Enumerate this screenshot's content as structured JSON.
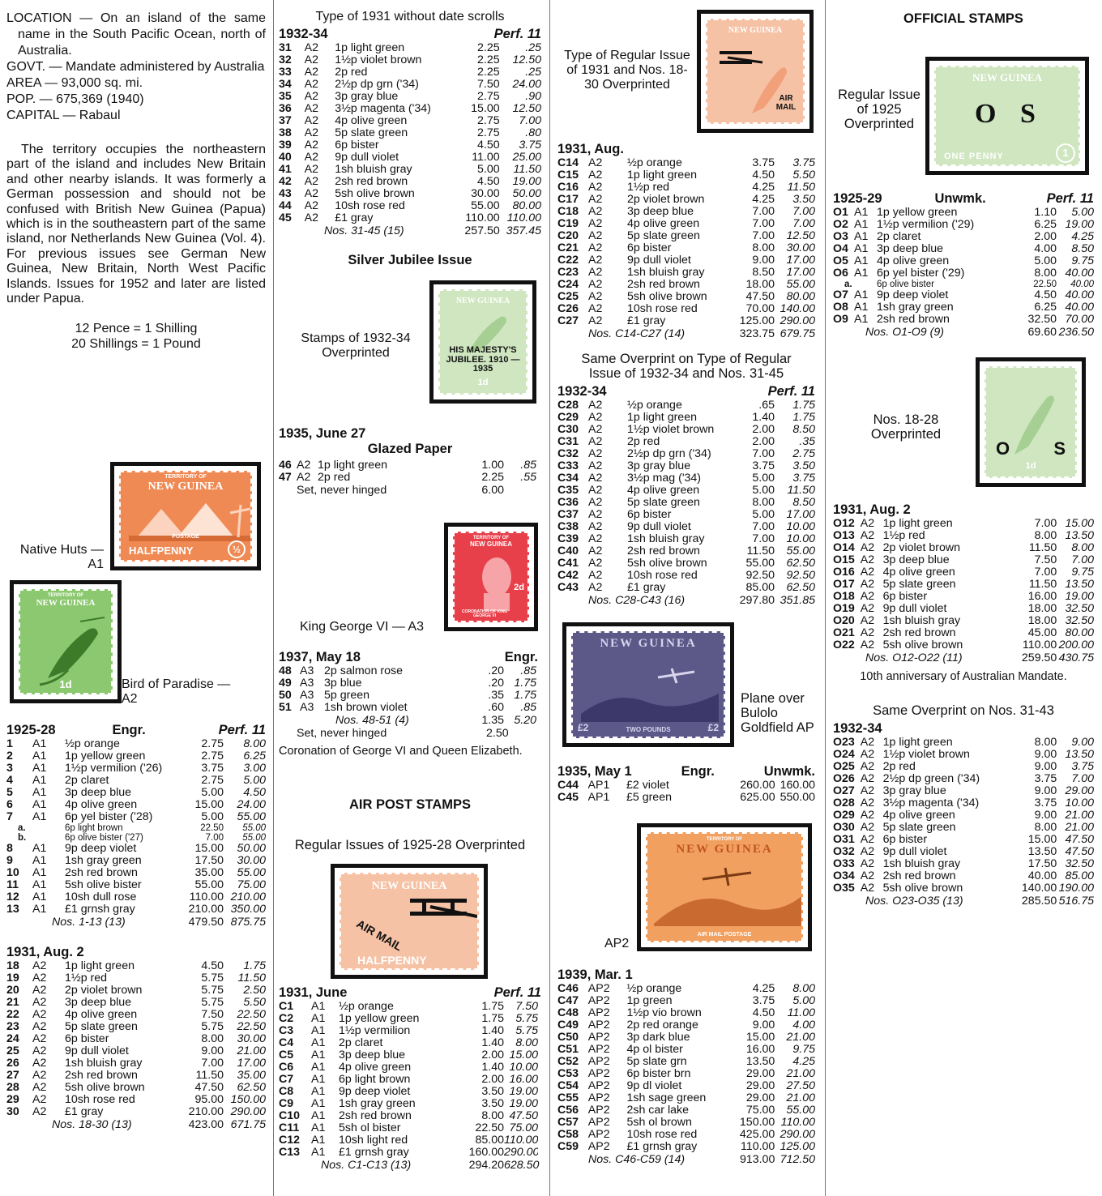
{
  "intro": {
    "location": "LOCATION — On an island of the same name in the South Pacific Ocean, north of Australia.",
    "govt": "GOVT. — Mandate administered by Australia",
    "area": "AREA — 93,000 sq. mi.",
    "pop": "POP. — 675,369 (1940)",
    "capital": "CAPITAL — Rabaul",
    "para": "The territory occupies the northeastern part of the island and includes New Britain and other nearby islands. It was formerly a German possession and should not be confused with British New Guinea (Papua) which is in the southeastern part of the same island, nor Netherlands New Guinea (Vol. 4). For previous issues see German New Guinea, New Britain, North West Pacific Islands. Issues for 1952 and later are listed under Papua.",
    "currency1": "12 Pence = 1 Shilling",
    "currency2": "20 Shillings = 1 Pound"
  },
  "captions": {
    "native_huts": "Native Huts — A1",
    "bird": "Bird of Paradise — A2",
    "type1931": "Type of 1931 without date scrolls",
    "jubilee_title": "Silver Jubilee Issue",
    "jubilee_cap": "Stamps of 1932-34 Overprinted",
    "kg6": "King George VI — A3",
    "coronation": "Coronation of George VI and Queen Elizabeth.",
    "air_title": "AIR POST STAMPS",
    "air_reg": "Regular Issues of 1925-28 Overprinted",
    "type_regular": "Type of Regular Issue of 1931 and Nos. 18-30 Overprinted",
    "same_overprint": "Same Overprint on Type of Regular Issue of 1932-34 and Nos. 31-45",
    "plane": "Plane over Bulolo Goldfield AP1",
    "ap2": "AP2",
    "official_title": "OFFICIAL STAMPS",
    "official_reg": "Regular Issue of 1925 Overprinted",
    "nos1828": "Nos. 18-28 Overprinted",
    "anniv": "10th anniversary of Australian Mandate.",
    "same_ov3143": "Same Overprint on Nos. 31-43"
  },
  "stamp_text": {
    "territory": "TERRITORY OF",
    "new_guinea": "NEW GUINEA",
    "postage": "POSTAGE",
    "halfpenny": "HALFPENNY",
    "half": "½",
    "one": "1",
    "one_d": "1d",
    "one_penny": "ONE PENNY",
    "two_d": "2d",
    "airmail": "AIR MAIL",
    "jubilee": "HIS MAJESTY'S JUBILEE. 1910 — 1935",
    "coronation_small": "CORONATION OF KING GEORGE VI",
    "os_o": "O",
    "os_s": "S",
    "two_pounds": "TWO POUNDS",
    "pound": "£2",
    "air_mail_postage": "AIR MAIL POSTAGE"
  },
  "s1": {
    "h": {
      "y": "1925-28",
      "m": "Engr.",
      "p": "Perf. 11"
    },
    "rows": [
      [
        "1",
        "A1",
        "½p orange",
        "2.75",
        "8.00"
      ],
      [
        "2",
        "A1",
        "1p yellow green",
        "2.75",
        "6.25"
      ],
      [
        "3",
        "A1",
        "1½p vermilion ('26)",
        "3.75",
        "3.00"
      ],
      [
        "4",
        "A1",
        "2p claret",
        "2.75",
        "5.00"
      ],
      [
        "5",
        "A1",
        "3p deep blue",
        "5.00",
        "4.50"
      ],
      [
        "6",
        "A1",
        "4p olive green",
        "15.00",
        "24.00"
      ],
      [
        "7",
        "A1",
        "6p yel bister ('28)",
        "5.00",
        "55.00"
      ],
      [
        "a.",
        "",
        "6p light brown",
        "22.50",
        "55.00"
      ],
      [
        "b.",
        "",
        "6p olive bister ('27)",
        "7.00",
        "55.00"
      ],
      [
        "8",
        "A1",
        "9p deep violet",
        "15.00",
        "50.00"
      ],
      [
        "9",
        "A1",
        "1sh gray green",
        "17.50",
        "30.00"
      ],
      [
        "10",
        "A1",
        "2sh red brown",
        "35.00",
        "55.00"
      ],
      [
        "11",
        "A1",
        "5sh olive bister",
        "55.00",
        "75.00"
      ],
      [
        "12",
        "A1",
        "10sh dull rose",
        "110.00",
        "210.00"
      ],
      [
        "13",
        "A1",
        "£1 grnsh gray",
        "210.00",
        "350.00"
      ]
    ],
    "t": [
      "Nos. 1-13 (13)",
      "479.50",
      "875.75"
    ]
  },
  "s2": {
    "h": {
      "y": "1931, Aug. 2",
      "m": "",
      "p": ""
    },
    "rows": [
      [
        "18",
        "A2",
        "1p light green",
        "4.50",
        "1.75"
      ],
      [
        "19",
        "A2",
        "1½p red",
        "5.75",
        "11.50"
      ],
      [
        "20",
        "A2",
        "2p violet brown",
        "5.75",
        "2.50"
      ],
      [
        "21",
        "A2",
        "3p deep blue",
        "5.75",
        "5.50"
      ],
      [
        "22",
        "A2",
        "4p olive green",
        "7.50",
        "22.50"
      ],
      [
        "23",
        "A2",
        "5p slate green",
        "5.75",
        "22.50"
      ],
      [
        "24",
        "A2",
        "6p bister",
        "8.00",
        "30.00"
      ],
      [
        "25",
        "A2",
        "9p dull violet",
        "9.00",
        "21.00"
      ],
      [
        "26",
        "A2",
        "1sh bluish gray",
        "7.00",
        "17.00"
      ],
      [
        "27",
        "A2",
        "2sh red brown",
        "11.50",
        "35.00"
      ],
      [
        "28",
        "A2",
        "5sh olive brown",
        "47.50",
        "62.50"
      ],
      [
        "29",
        "A2",
        "10sh rose red",
        "95.00",
        "150.00"
      ],
      [
        "30",
        "A2",
        "£1 gray",
        "210.00",
        "290.00"
      ]
    ],
    "t": [
      "Nos. 18-30 (13)",
      "423.00",
      "671.75"
    ]
  },
  "s3": {
    "h": {
      "y": "1932-34",
      "m": "",
      "p": "Perf. 11"
    },
    "rows": [
      [
        "31",
        "A2",
        "1p light green",
        "2.25",
        ".25"
      ],
      [
        "32",
        "A2",
        "1½p violet brown",
        "2.25",
        "12.50"
      ],
      [
        "33",
        "A2",
        "2p red",
        "2.25",
        ".25"
      ],
      [
        "34",
        "A2",
        "2½p dp grn ('34)",
        "7.50",
        "24.00"
      ],
      [
        "35",
        "A2",
        "3p gray blue",
        "2.75",
        ".90"
      ],
      [
        "36",
        "A2",
        "3½p magenta ('34)",
        "15.00",
        "12.50"
      ],
      [
        "37",
        "A2",
        "4p olive green",
        "2.75",
        "7.00"
      ],
      [
        "38",
        "A2",
        "5p slate green",
        "2.75",
        ".80"
      ],
      [
        "39",
        "A2",
        "6p bister",
        "4.50",
        "3.75"
      ],
      [
        "40",
        "A2",
        "9p dull violet",
        "11.00",
        "25.00"
      ],
      [
        "41",
        "A2",
        "1sh bluish gray",
        "5.00",
        "11.50"
      ],
      [
        "42",
        "A2",
        "2sh red brown",
        "4.50",
        "19.00"
      ],
      [
        "43",
        "A2",
        "5sh olive brown",
        "30.00",
        "50.00"
      ],
      [
        "44",
        "A2",
        "10sh rose red",
        "55.00",
        "80.00"
      ],
      [
        "45",
        "A2",
        "£1 gray",
        "110.00",
        "110.00"
      ]
    ],
    "t": [
      "Nos. 31-45 (15)",
      "257.50",
      "357.45"
    ]
  },
  "s4": {
    "h": {
      "y": "1935, June 27",
      "m": "",
      "p": ""
    },
    "sub": "Glazed Paper",
    "rows": [
      [
        "46",
        "A2",
        "1p light green",
        "1.00",
        ".85"
      ],
      [
        "47",
        "A2",
        "2p red",
        "2.25",
        ".55"
      ]
    ],
    "never": [
      "Set, never hinged",
      "6.00"
    ]
  },
  "s5": {
    "h": {
      "y": "1937, May 18",
      "m": "",
      "p": "Engr."
    },
    "rows": [
      [
        "48",
        "A3",
        "2p salmon rose",
        ".20",
        ".85"
      ],
      [
        "49",
        "A3",
        "3p blue",
        ".20",
        "1.75"
      ],
      [
        "50",
        "A3",
        "5p green",
        ".35",
        "1.75"
      ],
      [
        "51",
        "A3",
        "1sh brown violet",
        ".60",
        ".85"
      ]
    ],
    "t": [
      "Nos. 48-51 (4)",
      "1.35",
      "5.20"
    ],
    "never": [
      "Set, never hinged",
      "2.50"
    ]
  },
  "s6": {
    "h": {
      "y": "1931, June",
      "m": "",
      "p": "Perf. 11"
    },
    "rows": [
      [
        "C1",
        "A1",
        "½p orange",
        "1.75",
        "7.50"
      ],
      [
        "C2",
        "A1",
        "1p yellow green",
        "1.75",
        "5.75"
      ],
      [
        "C3",
        "A1",
        "1½p vermilion",
        "1.40",
        "5.75"
      ],
      [
        "C4",
        "A1",
        "2p claret",
        "1.40",
        "8.00"
      ],
      [
        "C5",
        "A1",
        "3p deep blue",
        "2.00",
        "15.00"
      ],
      [
        "C6",
        "A1",
        "4p olive green",
        "1.40",
        "10.00"
      ],
      [
        "C7",
        "A1",
        "6p light brown",
        "2.00",
        "16.00"
      ],
      [
        "C8",
        "A1",
        "9p deep violet",
        "3.50",
        "19.00"
      ],
      [
        "C9",
        "A1",
        "1sh gray green",
        "3.50",
        "19.00"
      ],
      [
        "C10",
        "A1",
        "2sh red brown",
        "8.00",
        "47.50"
      ],
      [
        "C11",
        "A1",
        "5sh ol bister",
        "22.50",
        "75.00"
      ],
      [
        "C12",
        "A1",
        "10sh light red",
        "85.00",
        "110.00"
      ],
      [
        "C13",
        "A1",
        "£1 grnsh gray",
        "160.00",
        "290.00"
      ]
    ],
    "t": [
      "Nos. C1-C13 (13)",
      "294.20",
      "628.50"
    ]
  },
  "s7": {
    "h": {
      "y": "1931, Aug.",
      "m": "",
      "p": ""
    },
    "rows": [
      [
        "C14",
        "A2",
        "½p orange",
        "3.75",
        "3.75"
      ],
      [
        "C15",
        "A2",
        "1p light green",
        "4.50",
        "5.50"
      ],
      [
        "C16",
        "A2",
        "1½p red",
        "4.25",
        "11.50"
      ],
      [
        "C17",
        "A2",
        "2p violet brown",
        "4.25",
        "3.50"
      ],
      [
        "C18",
        "A2",
        "3p deep blue",
        "7.00",
        "7.00"
      ],
      [
        "C19",
        "A2",
        "4p olive green",
        "7.00",
        "7.00"
      ],
      [
        "C20",
        "A2",
        "5p slate green",
        "7.00",
        "12.50"
      ],
      [
        "C21",
        "A2",
        "6p bister",
        "8.00",
        "30.00"
      ],
      [
        "C22",
        "A2",
        "9p dull violet",
        "9.00",
        "17.00"
      ],
      [
        "C23",
        "A2",
        "1sh bluish gray",
        "8.50",
        "17.00"
      ],
      [
        "C24",
        "A2",
        "2sh red brown",
        "18.00",
        "55.00"
      ],
      [
        "C25",
        "A2",
        "5sh olive brown",
        "47.50",
        "80.00"
      ],
      [
        "C26",
        "A2",
        "10sh rose red",
        "70.00",
        "140.00"
      ],
      [
        "C27",
        "A2",
        "£1 gray",
        "125.00",
        "290.00"
      ]
    ],
    "t": [
      "Nos. C14-C27 (14)",
      "323.75",
      "679.75"
    ]
  },
  "s8": {
    "h": {
      "y": "1932-34",
      "m": "",
      "p": "Perf. 11"
    },
    "rows": [
      [
        "C28",
        "A2",
        "½p orange",
        ".65",
        "1.75"
      ],
      [
        "C29",
        "A2",
        "1p light green",
        "1.40",
        "1.75"
      ],
      [
        "C30",
        "A2",
        "1½p violet brown",
        "2.00",
        "8.50"
      ],
      [
        "C31",
        "A2",
        "2p red",
        "2.00",
        ".35"
      ],
      [
        "C32",
        "A2",
        "2½p dp grn ('34)",
        "7.00",
        "2.75"
      ],
      [
        "C33",
        "A2",
        "3p gray blue",
        "3.75",
        "3.50"
      ],
      [
        "C34",
        "A2",
        "3½p mag ('34)",
        "5.00",
        "3.75"
      ],
      [
        "C35",
        "A2",
        "4p olive green",
        "5.00",
        "11.50"
      ],
      [
        "C36",
        "A2",
        "5p slate green",
        "8.00",
        "8.50"
      ],
      [
        "C37",
        "A2",
        "6p bister",
        "5.00",
        "17.00"
      ],
      [
        "C38",
        "A2",
        "9p dull violet",
        "7.00",
        "10.00"
      ],
      [
        "C39",
        "A2",
        "1sh bluish gray",
        "7.00",
        "10.00"
      ],
      [
        "C40",
        "A2",
        "2sh red brown",
        "11.50",
        "55.00"
      ],
      [
        "C41",
        "A2",
        "5sh olive brown",
        "55.00",
        "62.50"
      ],
      [
        "C42",
        "A2",
        "10sh rose red",
        "92.50",
        "92.50"
      ],
      [
        "C43",
        "A2",
        "£1 gray",
        "85.00",
        "62.50"
      ]
    ],
    "t": [
      "Nos. C28-C43 (16)",
      "297.80",
      "351.85"
    ]
  },
  "s9": {
    "h": {
      "y": "1935, May 1",
      "m": "Engr.",
      "p": "Unwmk."
    },
    "rows": [
      [
        "C44",
        "AP1",
        "£2 violet",
        "260.00",
        "160.00"
      ],
      [
        "C45",
        "AP1",
        "£5 green",
        "625.00",
        "550.00"
      ]
    ]
  },
  "s10": {
    "h": {
      "y": "1939, Mar. 1",
      "m": "",
      "p": ""
    },
    "rows": [
      [
        "C46",
        "AP2",
        "½p orange",
        "4.25",
        "8.00"
      ],
      [
        "C47",
        "AP2",
        "1p green",
        "3.75",
        "5.00"
      ],
      [
        "C48",
        "AP2",
        "1½p vio brown",
        "4.50",
        "11.00"
      ],
      [
        "C49",
        "AP2",
        "2p red orange",
        "9.00",
        "4.00"
      ],
      [
        "C50",
        "AP2",
        "3p dark blue",
        "15.00",
        "21.00"
      ],
      [
        "C51",
        "AP2",
        "4p ol bister",
        "16.00",
        "9.75"
      ],
      [
        "C52",
        "AP2",
        "5p slate grn",
        "13.50",
        "4.25"
      ],
      [
        "C53",
        "AP2",
        "6p bister brn",
        "29.00",
        "21.00"
      ],
      [
        "C54",
        "AP2",
        "9p dl violet",
        "29.00",
        "27.50"
      ],
      [
        "C55",
        "AP2",
        "1sh sage green",
        "29.00",
        "21.00"
      ],
      [
        "C56",
        "AP2",
        "2sh car lake",
        "75.00",
        "55.00"
      ],
      [
        "C57",
        "AP2",
        "5sh ol brown",
        "150.00",
        "110.00"
      ],
      [
        "C58",
        "AP2",
        "10sh rose red",
        "425.00",
        "290.00"
      ],
      [
        "C59",
        "AP2",
        "£1 grnsh gray",
        "110.00",
        "125.00"
      ]
    ],
    "t": [
      "Nos. C46-C59 (14)",
      "913.00",
      "712.50"
    ]
  },
  "s11": {
    "h": {
      "y": "1925-29",
      "m": "Unwmk.",
      "p": "Perf. 11"
    },
    "rows": [
      [
        "O1",
        "A1",
        "1p yellow green",
        "1.10",
        "5.00"
      ],
      [
        "O2",
        "A1",
        "1½p vermilion ('29)",
        "6.25",
        "19.00"
      ],
      [
        "O3",
        "A1",
        "2p claret",
        "2.00",
        "4.25"
      ],
      [
        "O4",
        "A1",
        "3p deep blue",
        "4.00",
        "8.50"
      ],
      [
        "O5",
        "A1",
        "4p olive green",
        "5.00",
        "9.75"
      ],
      [
        "O6",
        "A1",
        "6p yel bister ('29)",
        "8.00",
        "40.00"
      ],
      [
        "a.",
        "",
        "6p olive bister",
        "22.50",
        "40.00"
      ],
      [
        "O7",
        "A1",
        "9p deep violet",
        "4.50",
        "40.00"
      ],
      [
        "O8",
        "A1",
        "1sh gray green",
        "6.25",
        "40.00"
      ],
      [
        "O9",
        "A1",
        "2sh red brown",
        "32.50",
        "70.00"
      ]
    ],
    "t": [
      "Nos. O1-O9 (9)",
      "69.60",
      "236.50"
    ]
  },
  "s12": {
    "h": {
      "y": "1931, Aug. 2",
      "m": "",
      "p": ""
    },
    "rows": [
      [
        "O12",
        "A2",
        "1p light green",
        "7.00",
        "15.00"
      ],
      [
        "O13",
        "A2",
        "1½p red",
        "8.00",
        "13.50"
      ],
      [
        "O14",
        "A2",
        "2p violet brown",
        "11.50",
        "8.00"
      ],
      [
        "O15",
        "A2",
        "3p deep blue",
        "7.50",
        "7.00"
      ],
      [
        "O16",
        "A2",
        "4p olive green",
        "7.00",
        "9.75"
      ],
      [
        "O17",
        "A2",
        "5p slate green",
        "11.50",
        "13.50"
      ],
      [
        "O18",
        "A2",
        "6p bister",
        "16.00",
        "19.00"
      ],
      [
        "O19",
        "A2",
        "9p dull violet",
        "18.00",
        "32.50"
      ],
      [
        "O20",
        "A2",
        "1sh bluish gray",
        "18.00",
        "32.50"
      ],
      [
        "O21",
        "A2",
        "2sh red brown",
        "45.00",
        "80.00"
      ],
      [
        "O22",
        "A2",
        "5sh olive brown",
        "110.00",
        "200.00"
      ]
    ],
    "t": [
      "Nos. O12-O22 (11)",
      "259.50",
      "430.75"
    ]
  },
  "s13": {
    "h": {
      "y": "1932-34",
      "m": "",
      "p": ""
    },
    "rows": [
      [
        "O23",
        "A2",
        "1p light green",
        "8.00",
        "9.00"
      ],
      [
        "O24",
        "A2",
        "1½p violet brown",
        "9.00",
        "13.50"
      ],
      [
        "O25",
        "A2",
        "2p red",
        "9.00",
        "3.75"
      ],
      [
        "O26",
        "A2",
        "2½p dp green ('34)",
        "3.75",
        "7.00"
      ],
      [
        "O27",
        "A2",
        "3p gray blue",
        "9.00",
        "29.00"
      ],
      [
        "O28",
        "A2",
        "3½p magenta ('34)",
        "3.75",
        "10.00"
      ],
      [
        "O29",
        "A2",
        "4p olive green",
        "9.00",
        "21.00"
      ],
      [
        "O30",
        "A2",
        "5p slate green",
        "8.00",
        "21.00"
      ],
      [
        "O31",
        "A2",
        "6p bister",
        "15.00",
        "47.50"
      ],
      [
        "O32",
        "A2",
        "9p dull violet",
        "13.50",
        "47.50"
      ],
      [
        "O33",
        "A2",
        "1sh bluish gray",
        "17.50",
        "32.50"
      ],
      [
        "O34",
        "A2",
        "2sh red brown",
        "40.00",
        "85.00"
      ],
      [
        "O35",
        "A2",
        "5sh olive brown",
        "140.00",
        "190.00"
      ]
    ],
    "t": [
      "Nos. O23-O35 (13)",
      "285.50",
      "516.75"
    ]
  },
  "colors": {
    "orange_stamp": "#f08a55",
    "green_stamp": "#8cc870",
    "red_stamp": "#e8404a",
    "violet_stamp": "#5c5888",
    "pale_green": "#cfe6c0",
    "pale_orange": "#f6c2a6"
  }
}
